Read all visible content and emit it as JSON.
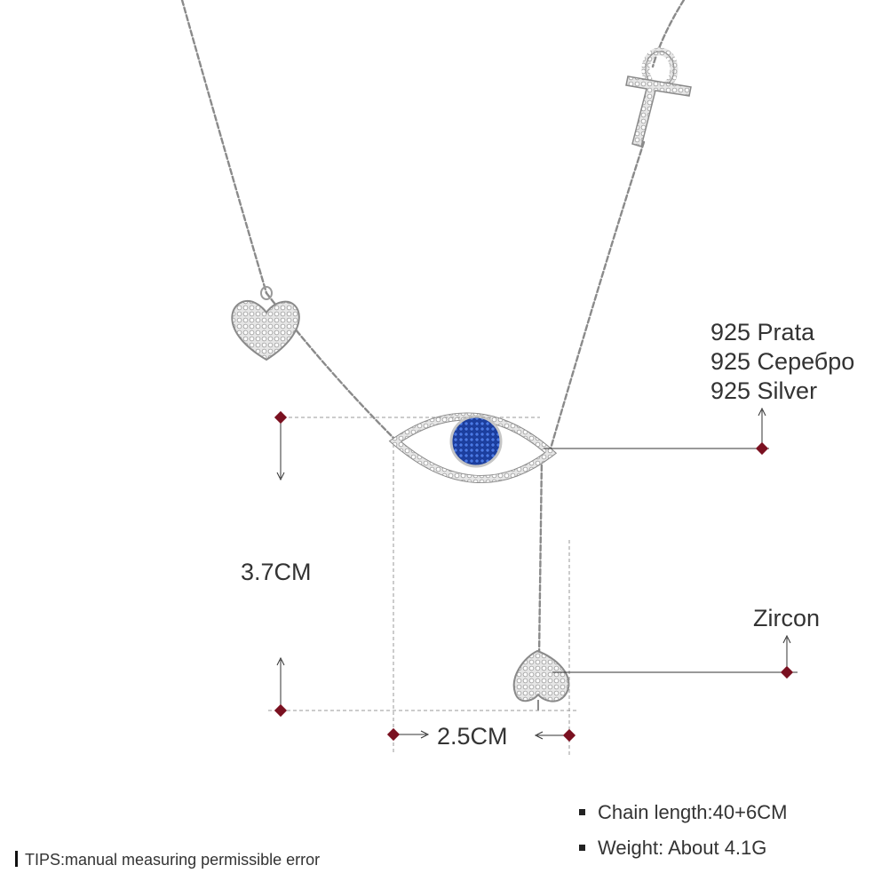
{
  "materials": [
    "925 Prata",
    "925 Серебро",
    "925 Silver"
  ],
  "stone_label": "Zircon",
  "height_label": "3.7CM",
  "width_label": "2.5CM",
  "specs": {
    "chain_length": "Chain length:40+6CM",
    "weight": "Weight: About 4.1G"
  },
  "tips": "TIPS:manual measuring permissible error",
  "colors": {
    "chain": "#8a8a8a",
    "silver": "#c9c9c9",
    "blue_stone": "#2f5fd0",
    "marker": "#7a1020",
    "guide": "#9a9a9a"
  },
  "icons": [
    "heart-charm-icon",
    "evil-eye-pendant-icon",
    "ankh-charm-icon",
    "heart-drop-icon",
    "bullet-icon"
  ]
}
